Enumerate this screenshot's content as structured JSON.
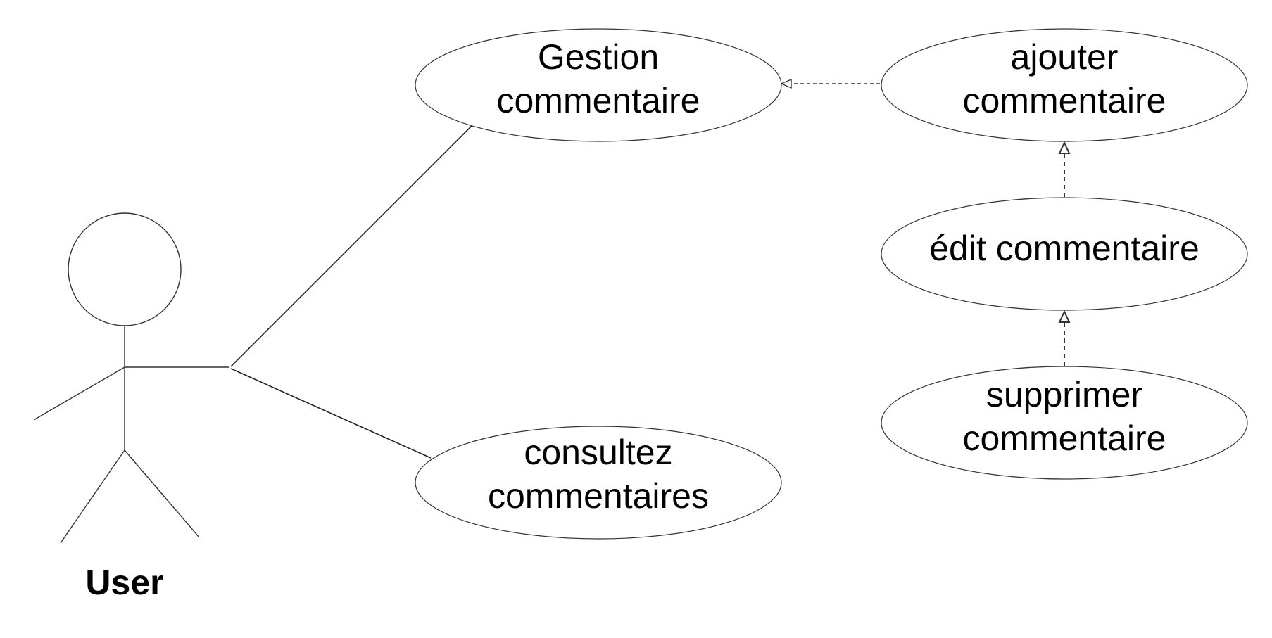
{
  "actor": {
    "label": "User"
  },
  "use_cases": {
    "gestion": {
      "line1": "Gestion",
      "line2": "commentaire"
    },
    "consultez": {
      "line1": "consultez",
      "line2": "commentaires"
    },
    "ajouter": {
      "line1": "ajouter",
      "line2": "commentaire"
    },
    "edit": {
      "line1": "édit commentaire"
    },
    "supprimer": {
      "line1": "supprimer",
      "line2": "commentaire"
    }
  }
}
